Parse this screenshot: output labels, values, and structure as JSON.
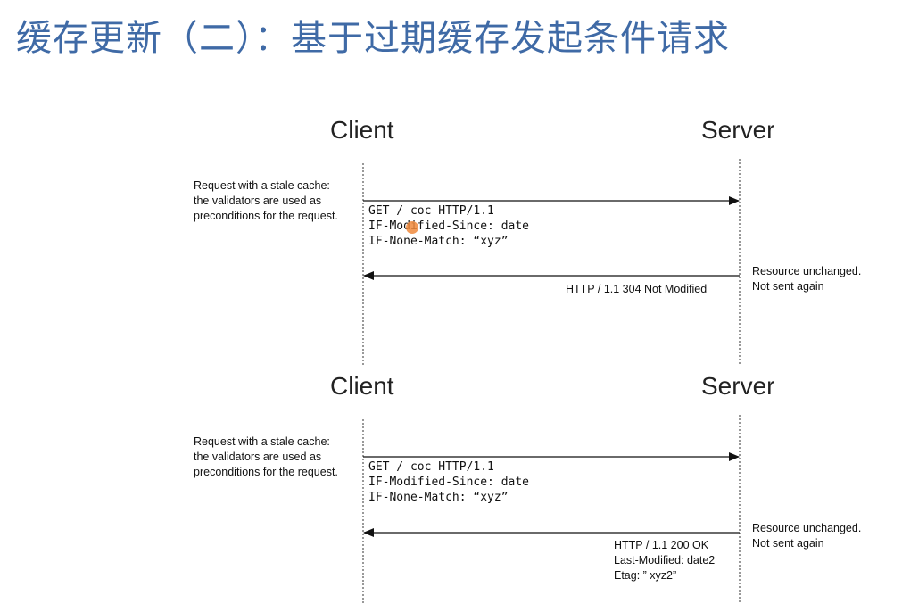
{
  "title": "缓存更新（二）：基于过期缓存发起条件请求",
  "diagrams": [
    {
      "client": "Client",
      "server": "Server",
      "client_note": [
        "Request with a stale cache:",
        "the validators are used as",
        "preconditions for the request."
      ],
      "request_lines": [
        "GET   / coc  HTTP/1.1",
        "IF-Modified-Since: date",
        "IF-None-Match: “xyz”"
      ],
      "server_note": [
        "Resource unchanged.",
        "Not sent again"
      ],
      "response_lines": [
        "HTTP / 1.1  304  Not  Modified"
      ]
    },
    {
      "client": "Client",
      "server": "Server",
      "client_note": [
        "Request with a stale cache:",
        "the validators are used as",
        "preconditions for the request."
      ],
      "request_lines": [
        "GET   / coc  HTTP/1.1",
        "IF-Modified-Since: date",
        "IF-None-Match: “xyz”"
      ],
      "server_note": [
        "Resource unchanged.",
        "Not sent again"
      ],
      "response_lines": [
        "HTTP / 1.1   200  OK",
        "Last-Modified:  date2",
        "Etag:  ” xyz2”"
      ]
    }
  ]
}
